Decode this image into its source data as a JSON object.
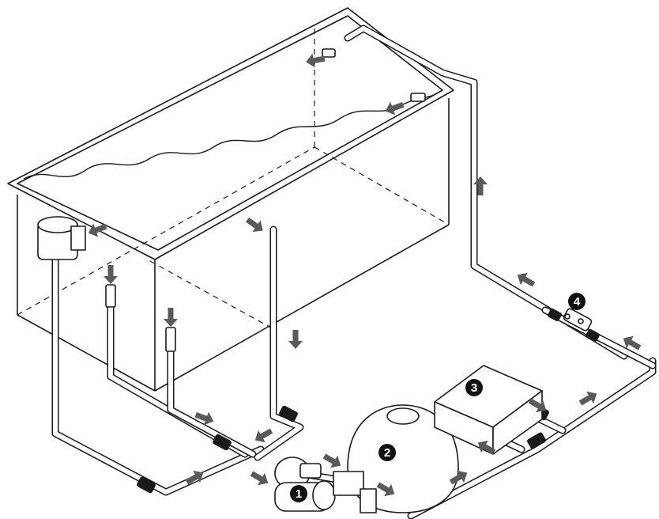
{
  "colors": {
    "line": "#1a1a1a",
    "arrow": "#5a5a5a",
    "background": "#ffffff"
  },
  "components": [
    {
      "id": "pump",
      "label": "1"
    },
    {
      "id": "sand-filter",
      "label": "2"
    },
    {
      "id": "heater",
      "label": "3"
    },
    {
      "id": "chlorinator",
      "label": "4"
    }
  ],
  "arrows": [
    {
      "id": "return-inlet-top",
      "angle": 170
    },
    {
      "id": "return-inlet-mid",
      "angle": 160
    },
    {
      "id": "skimmer-inflow",
      "angle": 160
    },
    {
      "id": "suction-line-c",
      "angle": 35
    },
    {
      "id": "drain-left",
      "angle": 90
    },
    {
      "id": "drain-right",
      "angle": 90
    },
    {
      "id": "suction-down",
      "angle": 90
    },
    {
      "id": "union-a",
      "angle": 20
    },
    {
      "id": "union-b",
      "angle": 150
    },
    {
      "id": "bottom-return",
      "angle": 330
    },
    {
      "id": "pump-in",
      "angle": 30
    },
    {
      "id": "filter-in",
      "angle": 30
    },
    {
      "id": "filter-out",
      "angle": 30
    },
    {
      "id": "filter-to-right",
      "angle": 330
    },
    {
      "id": "heater-in",
      "angle": 210
    },
    {
      "id": "heater-out",
      "angle": 30
    },
    {
      "id": "line-to-chlorinator",
      "angle": 330
    },
    {
      "id": "chlorinator-in",
      "angle": 210
    },
    {
      "id": "chlorinator-out",
      "angle": 210
    },
    {
      "id": "riser-up",
      "angle": 270
    }
  ]
}
